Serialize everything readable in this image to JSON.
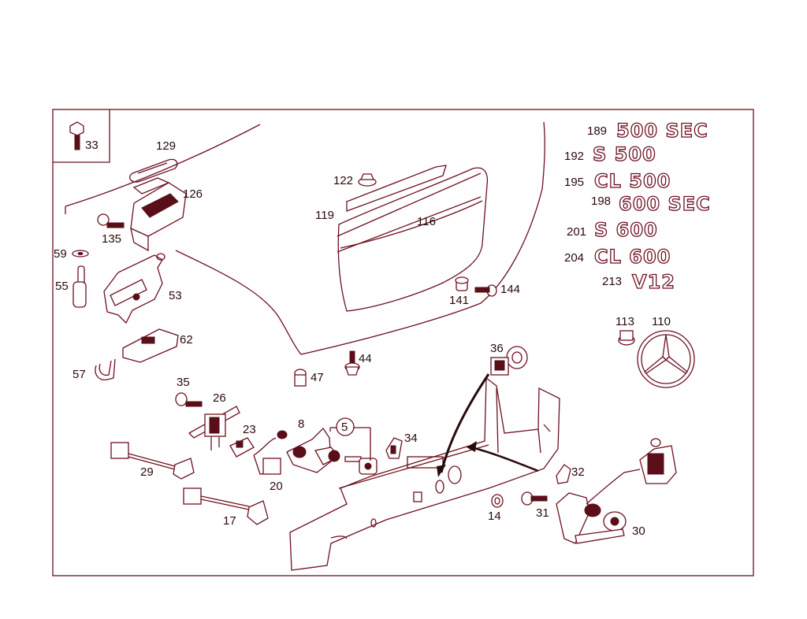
{
  "diagram": {
    "corner_callout": "33",
    "callouts": {
      "c129": "129",
      "c126": "126",
      "c135": "135",
      "c59": "59",
      "c55": "55",
      "c53": "53",
      "c62": "62",
      "c57": "57",
      "c122": "122",
      "c119": "119",
      "c116": "116",
      "c141": "141",
      "c144": "144",
      "c44": "44",
      "c47": "47",
      "c36": "36",
      "c35": "35",
      "c26": "26",
      "c23": "23",
      "c8": "8",
      "c5": "5",
      "c34": "34",
      "c29": "29",
      "c20": "20",
      "c17": "17",
      "c32": "32",
      "c14": "14",
      "c31": "31",
      "c30": "30",
      "c113": "113",
      "c110": "110"
    },
    "emblems": [
      {
        "num": "189",
        "text": "500 SEC"
      },
      {
        "num": "192",
        "text": "S 500"
      },
      {
        "num": "195",
        "text": "CL 500"
      },
      {
        "num": "198",
        "text": "600 SEC"
      },
      {
        "num": "201",
        "text": "S 600"
      },
      {
        "num": "204",
        "text": "CL 600"
      },
      {
        "num": "213",
        "text": "V12"
      }
    ]
  }
}
